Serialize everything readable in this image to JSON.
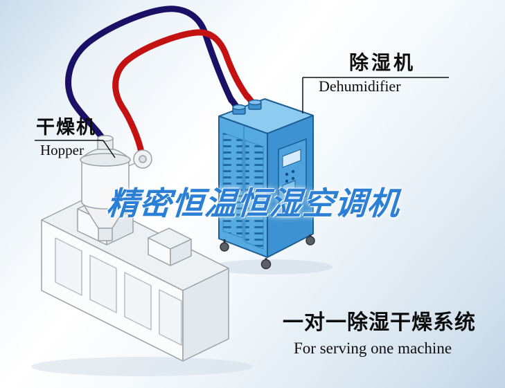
{
  "labels": {
    "dryer_cn": "干燥机",
    "dryer_en": "Hopper",
    "dehumidifier_cn": "除湿机",
    "dehumidifier_en": "Dehumidifier"
  },
  "watermark": {
    "text": "精密恒温恒湿空调机"
  },
  "caption": {
    "title_cn": "一对一除湿干燥系统",
    "subtitle_en": "For serving one machine"
  },
  "colors": {
    "pipe_navy": "#1a1166",
    "pipe_red": "#c41212",
    "cabinet_front": "#55aae2",
    "cabinet_side": "#3d93d2",
    "cabinet_top": "#8ecbf0",
    "watermark_blue": "#2b7fd4"
  }
}
